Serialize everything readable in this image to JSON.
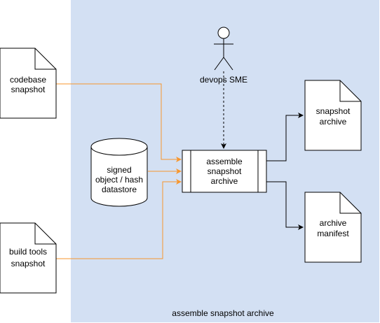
{
  "diagram": {
    "group_label": "assemble snapshot archive",
    "nodes": {
      "codebase": [
        "codebase",
        "snapshot"
      ],
      "build_tools": [
        "build tools",
        "snapshot"
      ],
      "datastore": [
        "signed",
        "object / hash",
        "datastore"
      ],
      "process": [
        "assemble",
        "snapshot",
        "archive"
      ],
      "actor": [
        "devops SME"
      ],
      "snapshot_archive": [
        "snapshot",
        "archive"
      ],
      "archive_manifest": [
        "archive",
        "manifest"
      ]
    }
  },
  "colors": {
    "group_fill": "#d3e0f3",
    "input_edge": "#f7962d",
    "output_edge": "#000000",
    "shape_stroke": "#000000",
    "shape_fill": "#ffffff"
  }
}
